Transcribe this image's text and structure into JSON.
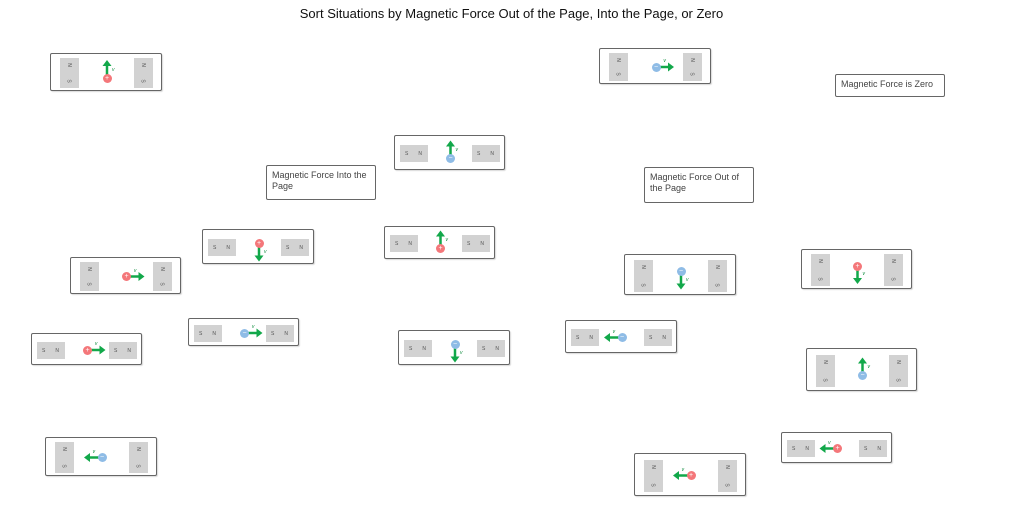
{
  "title": "Sort Situations by Magnetic Force Out of the Page, Into the Page, or Zero",
  "categories": [
    {
      "label": "Magnetic Force is Zero"
    },
    {
      "label": "Magnetic Force Into the Page"
    },
    {
      "label": "Magnetic Force Out of the Page"
    }
  ],
  "magnet_labels": {
    "north": "N",
    "south": "S"
  },
  "velocity_label": "v",
  "charge_symbols": {
    "positive": "+",
    "negative": "−"
  },
  "colors": {
    "positive": "#f4777a",
    "negative": "#8fbce6",
    "arrow": "#12a84a",
    "magnet": "#d2d2d2"
  },
  "cards": [
    {
      "magnets": "vertical",
      "charge": "positive",
      "velocity": "up"
    },
    {
      "magnets": "vertical",
      "charge": "negative",
      "velocity": "right"
    },
    {
      "magnets": "horizontal",
      "charge": "negative",
      "velocity": "up"
    },
    {
      "magnets": "horizontal",
      "charge": "positive",
      "velocity": "down"
    },
    {
      "magnets": "horizontal",
      "charge": "positive",
      "velocity": "up"
    },
    {
      "magnets": "vertical",
      "charge": "positive",
      "velocity": "right"
    },
    {
      "magnets": "vertical",
      "charge": "negative",
      "velocity": "down"
    },
    {
      "magnets": "vertical",
      "charge": "positive",
      "velocity": "down"
    },
    {
      "magnets": "horizontal",
      "charge": "negative",
      "velocity": "right"
    },
    {
      "magnets": "horizontal",
      "charge": "positive",
      "velocity": "right"
    },
    {
      "magnets": "horizontal",
      "charge": "negative",
      "velocity": "down"
    },
    {
      "magnets": "horizontal",
      "charge": "negative",
      "velocity": "left"
    },
    {
      "magnets": "vertical",
      "charge": "negative",
      "velocity": "up"
    },
    {
      "magnets": "vertical",
      "charge": "negative",
      "velocity": "left"
    },
    {
      "magnets": "horizontal",
      "charge": "positive",
      "velocity": "left"
    },
    {
      "magnets": "vertical",
      "charge": "positive",
      "velocity": "left"
    }
  ]
}
